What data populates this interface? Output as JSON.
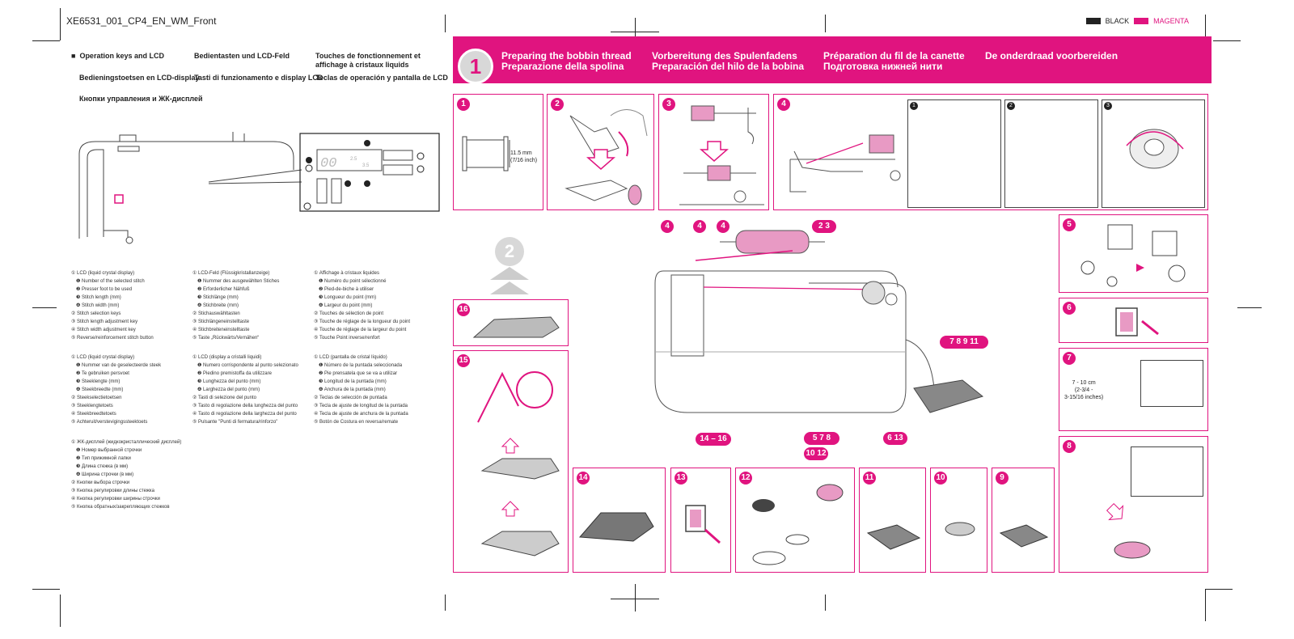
{
  "page": {
    "file_title": "XE6531_001_CP4_EN_WM_Front",
    "color_labels": [
      {
        "label": "BLACK",
        "color": "#222222"
      },
      {
        "label": "MAGENTA",
        "color": "#e0147f"
      }
    ]
  },
  "left": {
    "headings": [
      {
        "text": "Operation keys and LCD"
      },
      {
        "text": "Bedientasten und LCD-Feld"
      },
      {
        "text": "Touches de fonctionnement et affichage à cristaux liquids"
      },
      {
        "text": "Bedieningstoetsen en LCD-display"
      },
      {
        "text": "Tasti di funzionamento e display LCD"
      },
      {
        "text": "Teclas de operación y pantalla de LCD"
      },
      {
        "text": "Кнопки управления и ЖК-дисплей"
      }
    ],
    "figure_labels": {
      "stitch_number": "00",
      "length": "2.5",
      "width": "3.5"
    },
    "lists": [
      [
        "① LCD (liquid crystal display)",
        "❶ Number of the selected stitch",
        "❷ Presser foot to be used",
        "❸ Stitch length (mm)",
        "❹ Stitch width (mm)",
        "② Stitch selection keys",
        "③ Stitch length adjustment key",
        "④ Stitch width adjustment key",
        "⑤ Reverse/reinforcement stitch button"
      ],
      [
        "① LCD-Feld (Flüssigkristallanzeige)",
        "❶ Nummer des ausgewählten Stiches",
        "❷ Erforderlicher Nähfuß",
        "❸ Stichlänge (mm)",
        "❹ Stichbreite (mm)",
        "② Stichauswähltasten",
        "③ Stichlängeneinstelltaste",
        "④ Stichbreiteneinstelltaste",
        "⑤ Taste „Rückwärts/Vernähen“"
      ],
      [
        "① Affichage à cristaux liquides",
        "❶ Numéro du point sélectionné",
        "❷ Pied-de-biche à utiliser",
        "❸ Longueur du point (mm)",
        "❹ Largeur du point (mm)",
        "② Touches de sélection de point",
        "③ Touche de réglage de la longueur du point",
        "④ Touche de réglage de la largeur du point",
        "⑤ Touche Point inverse/renfort"
      ],
      [
        "① LCD (liquid crystal display)",
        "❶ Nummer van de geselecteerde steek",
        "❷ Te gebruiken persvoet",
        "❸ Steeklengte (mm)",
        "❹ Steekbreedte (mm)",
        "② Steekselectietoetsen",
        "③ Steeklengtetoets",
        "④ Steekbreedtetoets",
        "⑤ Achteruit/verstevigingssteektoets"
      ],
      [
        "① LCD (display a cristalli liquidi)",
        "❶ Numero corrispondente al punto selezionato",
        "❷ Piedino premistoffa da utilizzare",
        "❸ Lunghezza del punto (mm)",
        "❹ Larghezza del punto (mm)",
        "② Tasti di selezione del punto",
        "③ Tasto di regolazione della lunghezza del punto",
        "④ Tasto di regolazione della larghezza del punto",
        "⑤ Pulsante \"Punti di fermatura/rinforzo\""
      ],
      [
        "① LCD (pantalla de cristal líquido)",
        "❶ Número de la puntada seleccionada",
        "❷ Pie prensatela que se va a utilizar",
        "❸ Longitud de la puntada (mm)",
        "❹ Anchura de la puntada (mm)",
        "② Teclas de selección de puntada",
        "③ Tecla de ajuste de longitud de la puntada",
        "④ Tecla de ajuste de anchura de la puntada",
        "⑤ Botón de Costura en reversa/remate"
      ],
      [
        "① ЖК-дисплей (жидкокристаллический дисплей)",
        "❶ Номер выбранной строчки",
        "❷ Тип прижимной лапки",
        "❸ Длина стежка (в мм)",
        "❹ Ширина строчки (в мм)",
        "② Кнопки выбора строчки",
        "③ Кнопка регулировки длины стежка",
        "④ Кнопка регулировки ширины строчки",
        "⑤ Кнопка обратных/закрепляющих стежков"
      ]
    ]
  },
  "banner": {
    "logo": "1",
    "titles": [
      {
        "line1": "Preparing the bobbin thread",
        "line2": "Preparazione della spolina"
      },
      {
        "line1": "Vorbereitung des Spulenfadens",
        "line2": "Preparación del hilo de la bobina"
      },
      {
        "line1": "Préparation du fil de la canette",
        "line2": "Подготовка нижней нити"
      },
      {
        "line1": "De onderdraad voorbereiden",
        "line2": ""
      }
    ]
  },
  "steps": {
    "s1": "1",
    "s2": "2",
    "s3": "3",
    "s4": "4",
    "s5": "5",
    "s6": "6",
    "s7": "7",
    "s8": "8",
    "s9": "9",
    "s10": "10",
    "s11": "11",
    "s12": "12",
    "s13": "13",
    "s14": "14",
    "s15": "15",
    "s16": "16",
    "next_logo": "2"
  },
  "notes": {
    "bobbin_size": "11.5 mm\n(7/16 inch)",
    "thread_length": "7 - 10 cm\n(2-3/4 -\n3-15/16 inches)"
  },
  "callouts": {
    "c4a": "4",
    "c4b": "4",
    "c4c": "4",
    "c23": "2 3",
    "c7811": "7 8 9 11",
    "c1416": "14 – 16",
    "c578": "5 7 8",
    "c1012": "10 12",
    "c613": "6 13"
  }
}
